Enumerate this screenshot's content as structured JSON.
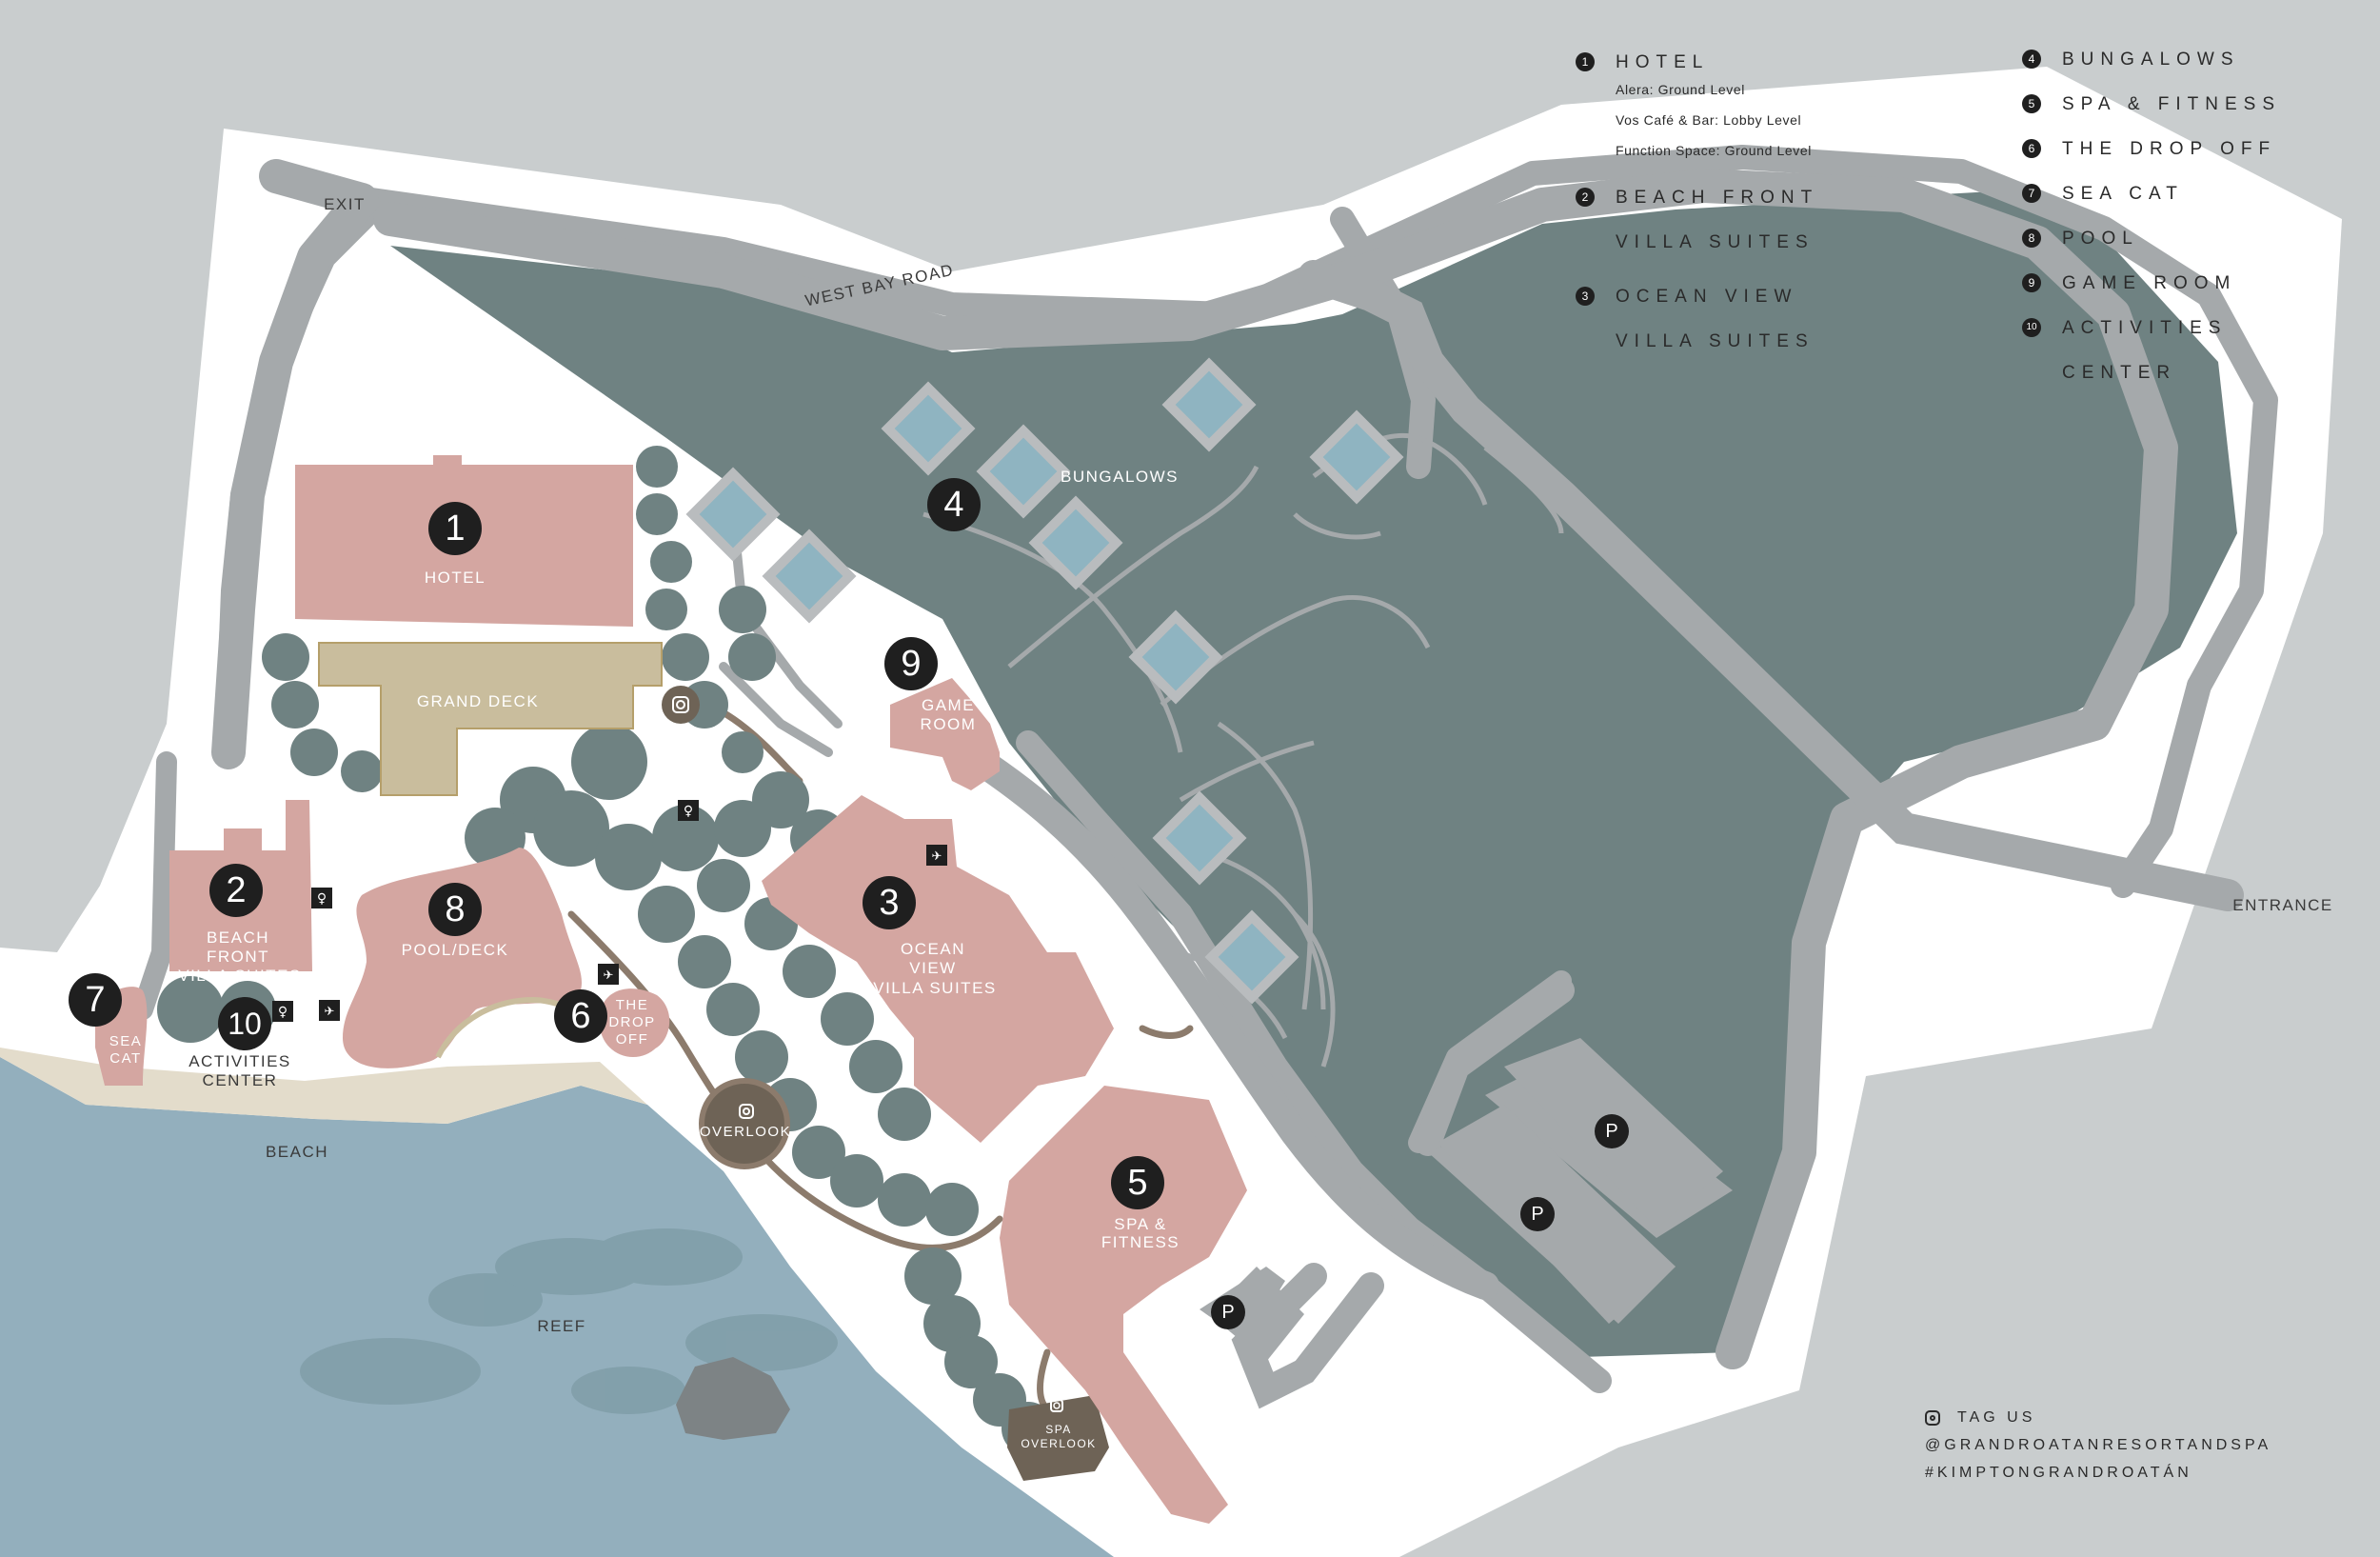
{
  "legend_left": [
    {
      "num": "1",
      "title": "HOTEL",
      "subs": [
        "Alera: Ground Level",
        "Vos Café & Bar: Lobby Level",
        "Function Space: Ground Level"
      ]
    },
    {
      "num": "2",
      "title": "BEACH FRONT VILLA SUITES",
      "subs": []
    },
    {
      "num": "3",
      "title": "OCEAN VIEW VILLA SUITES",
      "subs": []
    }
  ],
  "legend_right": [
    {
      "num": "4",
      "title": "BUNGALOWS"
    },
    {
      "num": "5",
      "title": "SPA & FITNESS"
    },
    {
      "num": "6",
      "title": "THE DROP OFF"
    },
    {
      "num": "7",
      "title": "SEA CAT"
    },
    {
      "num": "8",
      "title": "POOL"
    },
    {
      "num": "9",
      "title": "GAME ROOM"
    },
    {
      "num": "10",
      "title": "ACTIVITIES CENTER"
    }
  ],
  "tag": {
    "title": "TAG US",
    "handle": "@GRANDROATANRESORTANDSPA",
    "hashtag": "#KIMPTONGRANDROATÁN"
  },
  "map_labels": {
    "exit": "EXIT",
    "west_bay_road": "WEST BAY ROAD",
    "bungalows": "BUNGALOWS",
    "hotel": "HOTEL",
    "grand_deck": "GRAND DECK",
    "game_line1": "GAME",
    "game_line2": "ROOM",
    "beach_front_l1": "BEACH",
    "beach_front_l2": "FRONT",
    "beach_front_l3": "VILLA SUITES",
    "pool_deck": "POOL/DECK",
    "ocean_l1": "OCEAN",
    "ocean_l2": "VIEW",
    "ocean_l3": "VILLA SUITES",
    "drop_l1": "THE",
    "drop_l2": "DROP",
    "drop_l3": "OFF",
    "seacat_l1": "SEA",
    "seacat_l2": "CAT",
    "activities_l1": "ACTIVITIES",
    "activities_l2": "CENTER",
    "overlook": "OVERLOOK",
    "spa_l1": "SPA &",
    "spa_l2": "FITNESS",
    "spa_overlook_l1": "SPA",
    "spa_overlook_l2": "OVERLOOK",
    "entrance": "ENTRANCE",
    "beach": "BEACH",
    "reef": "REEF"
  },
  "markers": {
    "m1": "1",
    "m2": "2",
    "m3": "3",
    "m4": "4",
    "m5": "5",
    "m6": "6",
    "m7": "7",
    "m8": "8",
    "m9": "9",
    "m10": "10",
    "parking": "P"
  },
  "colors": {
    "background": "#c9cdce",
    "land": "#ffffff",
    "green_area": "#6f8282",
    "roads": "#a5a9ab",
    "buildings": "#d4a6a1",
    "deck": "#c9bd9d",
    "water": "#93afbd",
    "beach": "#e3dccb",
    "bungalow_roof": "#8fb4c1",
    "path": "#8c7b6c",
    "marker": "#1f1f1f"
  }
}
